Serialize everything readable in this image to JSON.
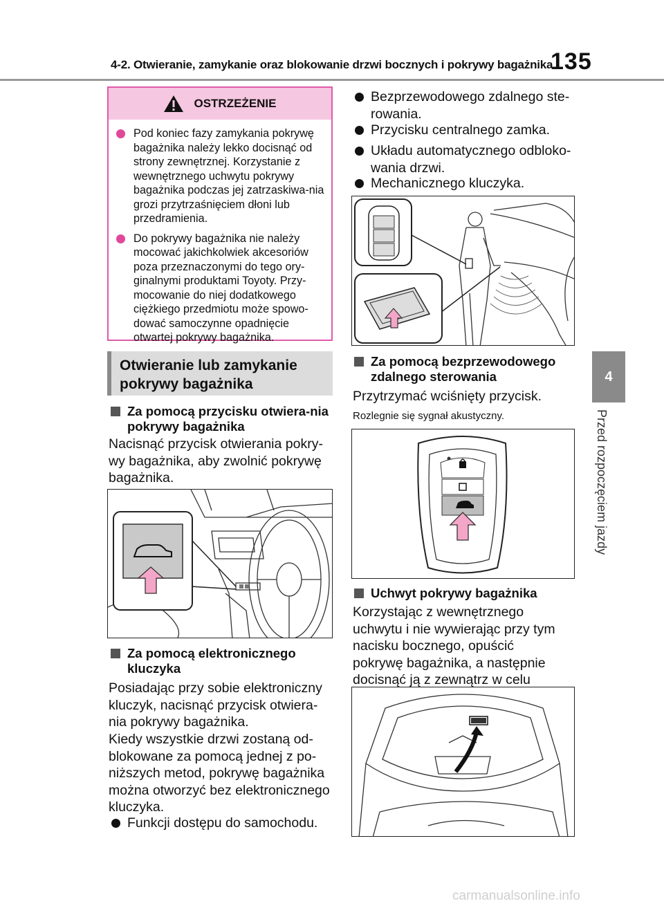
{
  "header": {
    "title": "4-2. Otwieranie, zamykanie oraz blokowanie drzwi bocznych i pokrywy bagażnika",
    "page_number": "135"
  },
  "side_tab": {
    "number": "4",
    "text": "Przed rozpoczęciem jazdy"
  },
  "warning": {
    "title": "OSTRZEŻENIE",
    "items": [
      "Pod koniec fazy zamykania pokrywę bagażnika należy lekko docisnąć od strony zewnętrznej. Korzystanie z wewnętrznego uchwytu pokrywy bagażnika podczas jej zatrzaskiwa-nia grozi przytrzaśnięciem dłoni lub przedramienia.",
      "Do pokrywy bagażnika nie należy mocować jakichkolwiek akcesoriów poza przeznaczonymi do tego ory-ginalnymi produktami Toyoty. Przy-mocowanie do niej dodatkowego ciężkiego przedmiotu może spowo-dować samoczynne opadnięcie otwartej pokrywy bagażnika."
    ]
  },
  "section": {
    "title": "Otwieranie lub zamykanie pokrywy bagażnika"
  },
  "left": {
    "sub1": "Za pomocą przycisku otwiera-nia pokrywy bagażnika",
    "para1": "Nacisnąć przycisk otwierania pokry-wy bagażnika, aby zwolnić pokrywę bagażnika.",
    "sub2": "Za pomocą elektronicznego kluczyka",
    "para2": "Posiadając przy sobie elektroniczny kluczyk, nacisnąć przycisk otwiera-nia pokrywy bagażnika.",
    "para3": "Kiedy wszystkie drzwi zostaną od-blokowane za pomocą jednej z po-niższych metod, pokrywę bagażnika można otworzyć bez elektronicznego kluczyka.",
    "bullet1": "Funkcji dostępu do samochodu."
  },
  "right": {
    "bullets": [
      "Bezprzewodowego zdalnego ste-rowania.",
      "Przycisku centralnego zamka.",
      "Układu automatycznego odbloko-wania drzwi.",
      "Mechanicznego kluczyka."
    ],
    "sub3": "Za pomocą bezprzewodowego zdalnego sterowania",
    "para4": "Przytrzymać wciśnięty przycisk.",
    "note": "Rozlegnie się sygnał akustyczny.",
    "sub4": "Uchwyt pokrywy bagażnika",
    "para5": "Korzystając z wewnętrznego uchwytu i nie wywierając przy tym nacisku bocznego, opuścić pokrywę bagażnika, a następnie docisnąć ją z zewnątrz w celu zatrzaśnięcia."
  },
  "watermark": "carmanualsonline.info",
  "colors": {
    "warning_border": "#e05aa8",
    "warning_header": "#f6c7e0",
    "arrow": "#f4a6c8",
    "tab": "#8a8a8a"
  }
}
